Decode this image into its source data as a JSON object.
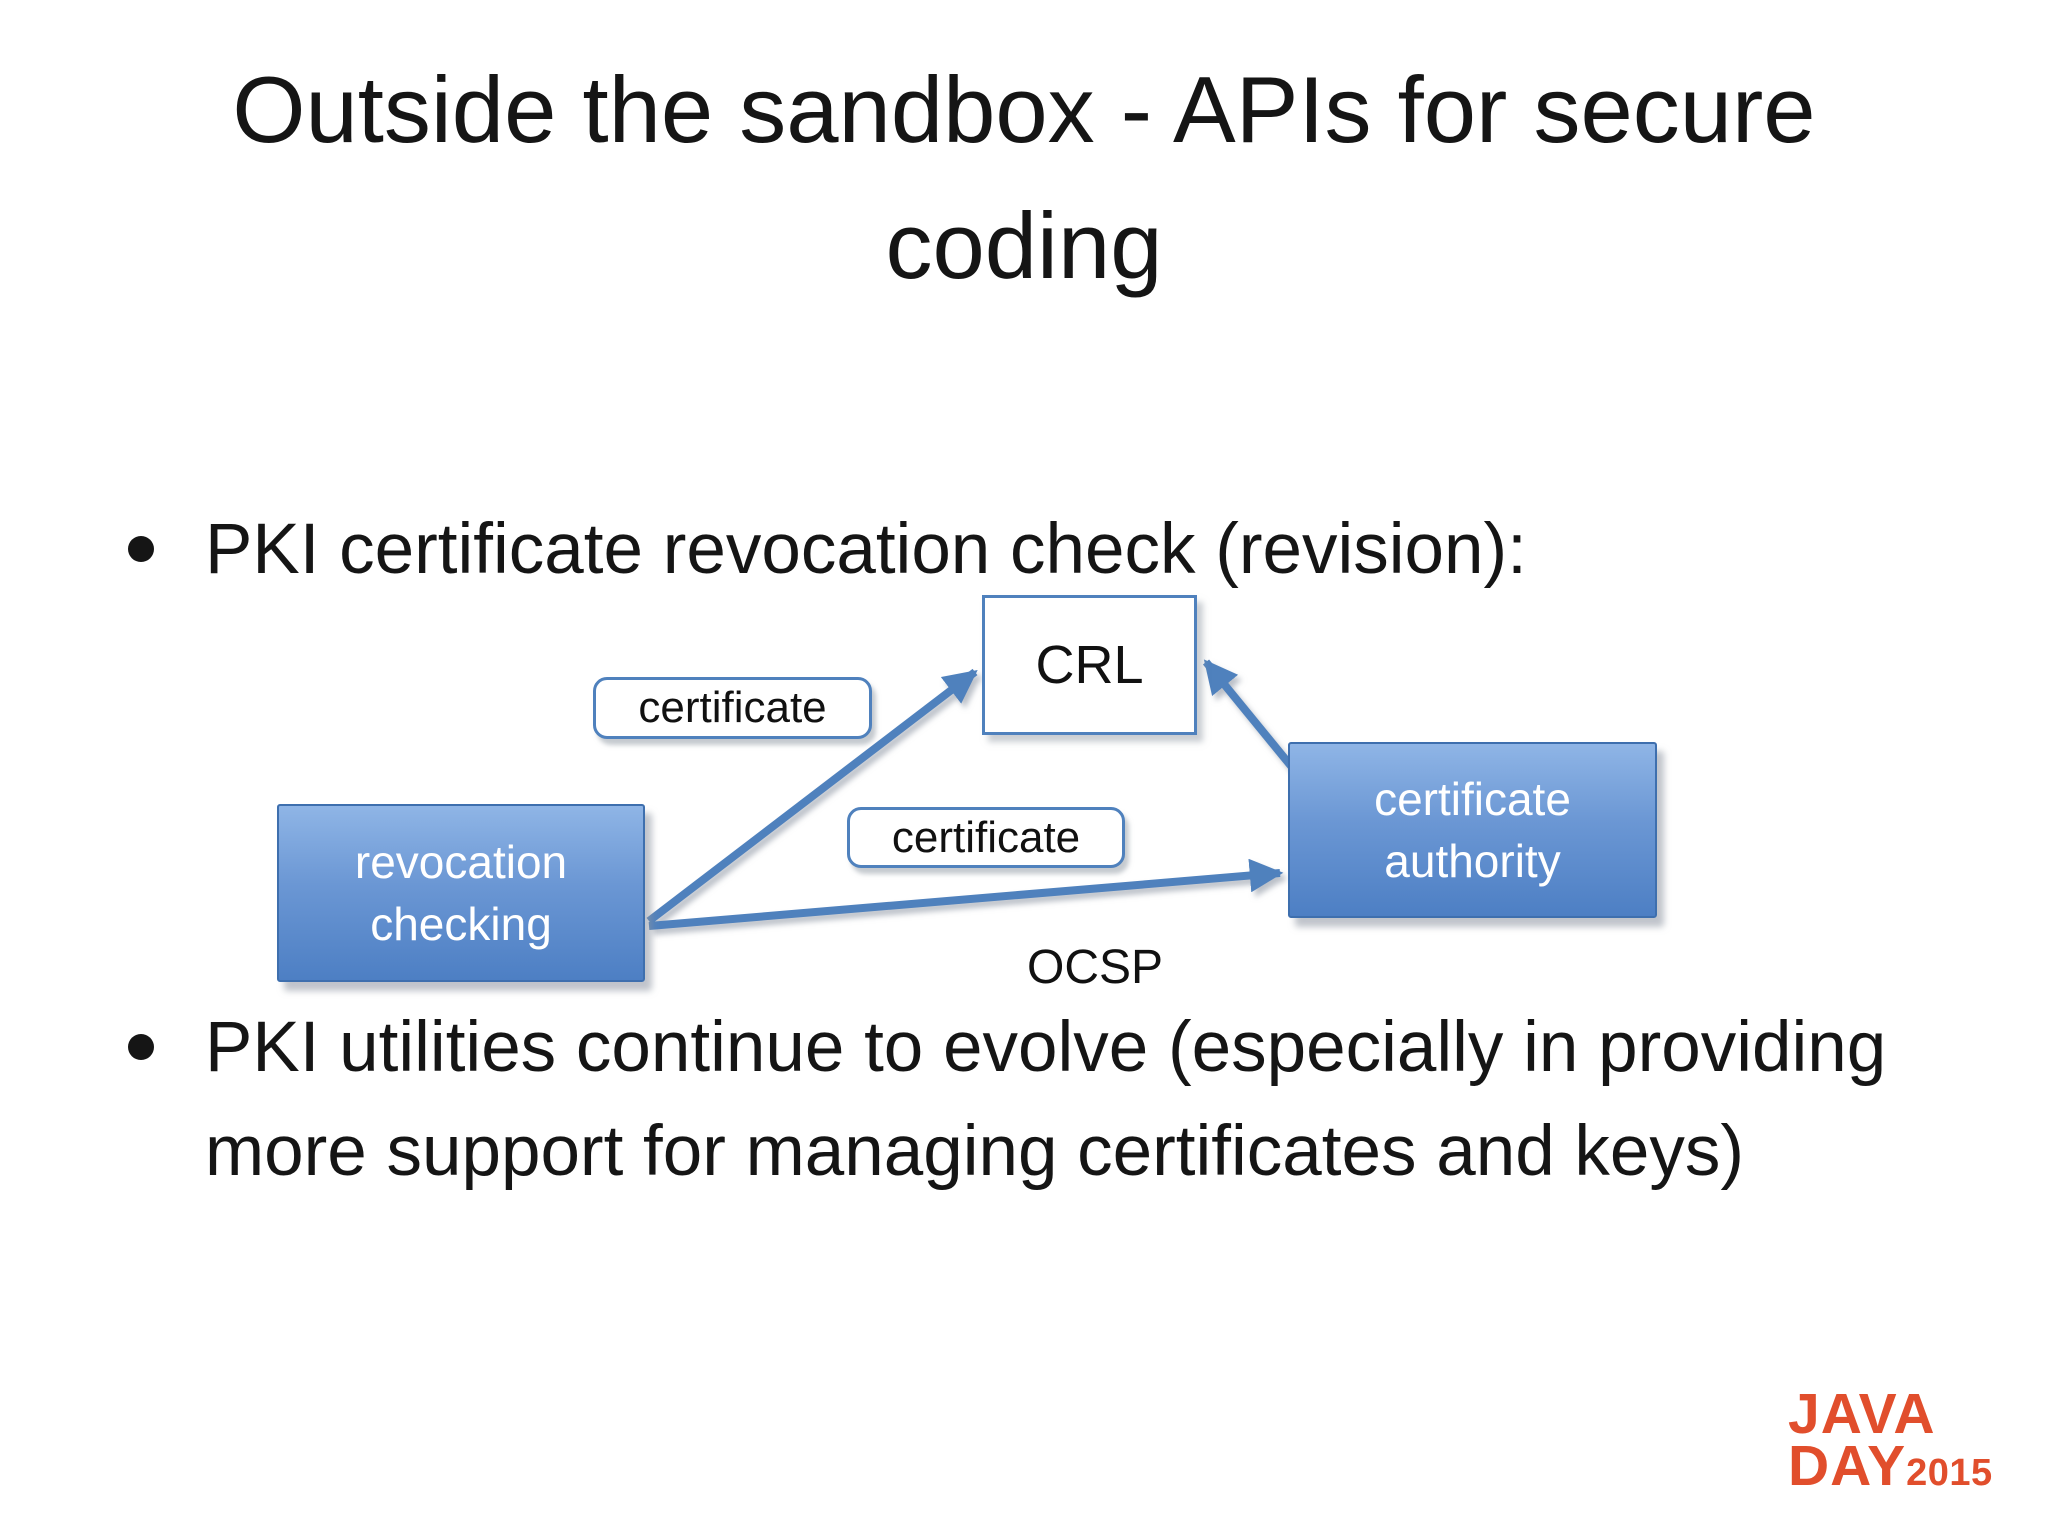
{
  "slide": {
    "title": "Outside the sandbox - APIs for secure coding",
    "bullet1": "PKI certificate revocation check (revision):",
    "bullet2": "PKI utilities continue to evolve (especially in providing more support for managing certificates and keys)"
  },
  "diagram": {
    "crl_label": "CRL",
    "revocation_label": "revocation checking",
    "authority_label": "certificate authority",
    "certificate_tag_top": "certificate",
    "certificate_tag_middle": "certificate",
    "ocsp_label": "OCSP",
    "colors": {
      "accent_blue": "#4f81bd",
      "box_gradient_top": "#8fb5e6",
      "box_gradient_bottom": "#4d7fc4",
      "box_border": "#3e6fae"
    }
  },
  "logo": {
    "line1": "JAVA",
    "line2": "DAY",
    "year": "2015",
    "color": "#e14e2c"
  }
}
